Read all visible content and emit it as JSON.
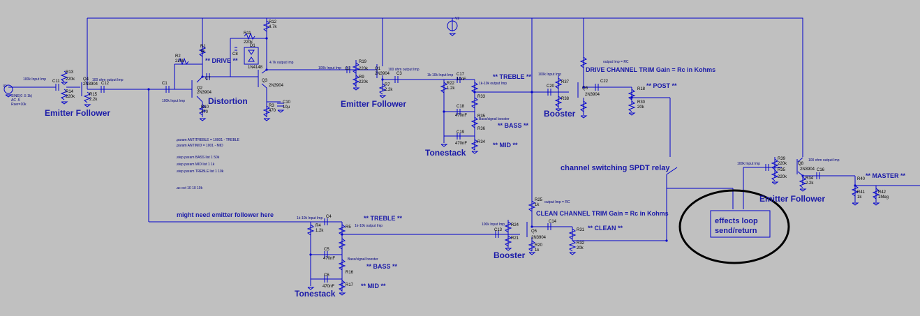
{
  "section_labels": {
    "emitter_follower_1": "Emitter Follower",
    "distortion": "Distortion",
    "emitter_follower_2": "Emitter Follower",
    "tonestack_1": "Tonestack",
    "booster_1": "Booster",
    "emitter_follower_3": "Emitter Follower",
    "booster_2": "Booster",
    "tonestack_2": "Tonestack"
  },
  "controls": {
    "drive": "** DRIVE **",
    "treble_1": "** TREBLE **",
    "bass_1": "** BASS **",
    "mid_1": "** MID **",
    "post": "** POST **",
    "master": "** MASTER **",
    "treble_2": "** TREBLE **",
    "bass_2": "** BASS **",
    "mid_2": "** MID **",
    "clean": "** CLEAN **"
  },
  "notes": {
    "drive_trim": "DRIVE CHANNEL TRIM Gain = Rc in Kohms",
    "clean_trim": "CLEAN CHANNEL TRIM Gain = Rc in Kohms",
    "relay": "channel switching SPDT relay",
    "might_need": "might need emitter follower here",
    "effects_loop_line1": "effects loop",
    "effects_loop_line2": "send/return"
  },
  "spice_directives": [
    ".param ANTITREBLE = 10001 - TREBLE",
    ".param ANTIMID = 1001 - MID",
    ".step param BASS list 1 50k",
    ".step param MID list 1 1k",
    ".step param TREBLE list 1 10k",
    ".ac oct 10 10 10k"
  ],
  "source": {
    "name": "V1",
    "value": "SINE(0 .5 1k)",
    "ac": "AC .5",
    "rser": "Rser=10k"
  },
  "supply": "V2",
  "impedance_notes": {
    "in1": "100k Input Imp",
    "out1": "100 ohm output Imp",
    "in2": "100k Input Imp",
    "out_dist": "4.7k output Imp",
    "in3": "100k Input Imp",
    "out3": "100 ohm output Imp",
    "ts_in": "1k-10k Input Imp",
    "ts_out": "1k-10k output Imp",
    "boost_in": "100k Input Imp",
    "boost_out": "output Imp = RC",
    "in4": "100k Input Imp",
    "out4": "100 ohm output Imp",
    "ts2_in": "1k-10k Input Imp",
    "ts2_out": "1k-10k output Imp",
    "boost2_in": "100k Input Imp",
    "boost2_out": "output Imp = RC",
    "bass_boost": "Bass/signal booster"
  },
  "components": {
    "R13": "R13",
    "R13v": "220k",
    "R14": "R14",
    "R14v": "220k",
    "R15": "R15",
    "R15v": "2.2k",
    "C11": "C11",
    "C12": "C12",
    "C1": "C1",
    "Q4": "Q4",
    "Q4t": "2N3904",
    "R1": "R1",
    "R1v": "1k",
    "R2": "R2",
    "R2v": "220k",
    "Q2": "Q2",
    "Q2t": "2N3904",
    "R10": "R10",
    "R10v": "470",
    "C7": "C7",
    "C8": "C8",
    "R11": "R11",
    "R11v": "220k",
    "D1": "D1",
    "D2": "D2",
    "Dt": "1N4148",
    "R12": "R12",
    "R12v": "4.7k",
    "Q3": "Q3",
    "Q3t": "2N3904",
    "R3": "R3",
    "R3v": "470",
    "C10": "C10",
    "C10v": "10µ",
    "R19": "R19",
    "R19v": "220k",
    "R9": "R9",
    "R9v": "220k",
    "C2": "C2",
    "C3": "C3",
    "Q1": "Q1",
    "Q1t": "2N3904",
    "R7": "R7",
    "R7v": "2.2k",
    "R22": "R22",
    "R22v": "1.2k",
    "C17": "C17",
    "C17v": "10nF",
    "R33": "R33",
    "C18": "C18",
    "C18v": "470nF",
    "C19": "C19",
    "C19v": "470nF",
    "R34": "R34",
    "R35": "R35",
    "R36": "R36",
    "C20": "C20",
    "R37": "R37",
    "R38": "R38",
    "Q6": "Q6",
    "Q6t": "2N3904",
    "C22": "C22",
    "R18": "R18",
    "R30": "R30",
    "R30v": "20k",
    "R39": "R39",
    "R39v": "220k",
    "R35b": "R35",
    "R35bv": "220k",
    "Q8": "Q8",
    "Q8t": "2N3904",
    "R34b": "R34",
    "R34bv": "2.2k",
    "C16": "C16",
    "R40": "R40",
    "R41": "R41",
    "R41v": "1k",
    "R42": "R42",
    "R42v": "1Meg",
    "C4": "C4",
    "R4": "R4",
    "R4v": "1.2k",
    "R5": "R5",
    "C5": "C5",
    "C5v": "470nF",
    "C6": "C6",
    "C6v": "470nF",
    "R16": "R16",
    "R17": "R17",
    "C13": "C13",
    "R24": "R24",
    "R21": "R21",
    "Q5": "Q5",
    "Q5t": "2N3904",
    "R20": "R20",
    "R20v": "1k",
    "R25": "R25",
    "R25v": "1k",
    "C14": "C14",
    "R31": "R31",
    "R32": "R32",
    "R32v": "20k"
  }
}
